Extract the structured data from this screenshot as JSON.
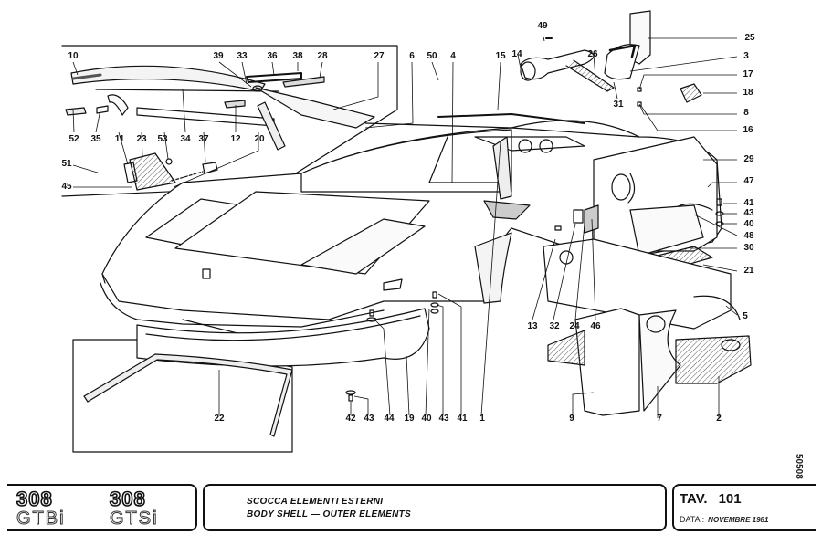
{
  "document": {
    "type": "exploded parts diagram",
    "reference_code": "50508"
  },
  "title_block": {
    "models": [
      {
        "number": "308",
        "version": "GTBi"
      },
      {
        "number": "308",
        "version": "GTSi"
      }
    ],
    "title_italian": "SCOCCA ELEMENTI ESTERNI",
    "title_english": "BODY SHELL — OUTER ELEMENTS",
    "table_label": "TAV.",
    "table_number": "101",
    "date_label": "DATA :",
    "date_value": "NOVEMBRE 1981"
  },
  "callouts": {
    "roof_group": [
      "10",
      "39",
      "33",
      "36",
      "38",
      "28",
      "27",
      "52",
      "35",
      "11",
      "23",
      "53",
      "34",
      "37",
      "12",
      "20",
      "51",
      "45"
    ],
    "top_center": [
      "6",
      "50",
      "4",
      "15"
    ],
    "top_right": [
      "49",
      "14",
      "26",
      "31",
      "25",
      "3",
      "17",
      "18",
      "8",
      "16"
    ],
    "right_side": [
      "29",
      "47",
      "41",
      "43",
      "40",
      "48",
      "30",
      "21",
      "5"
    ],
    "bottom_row": [
      "22",
      "42",
      "43",
      "44",
      "19",
      "40",
      "43",
      "41",
      "1",
      "13",
      "32",
      "24",
      "46",
      "9",
      "7",
      "2"
    ]
  },
  "colors": {
    "ink": "#111111",
    "paper": "#ffffff",
    "shading": "#d8d8d8"
  }
}
